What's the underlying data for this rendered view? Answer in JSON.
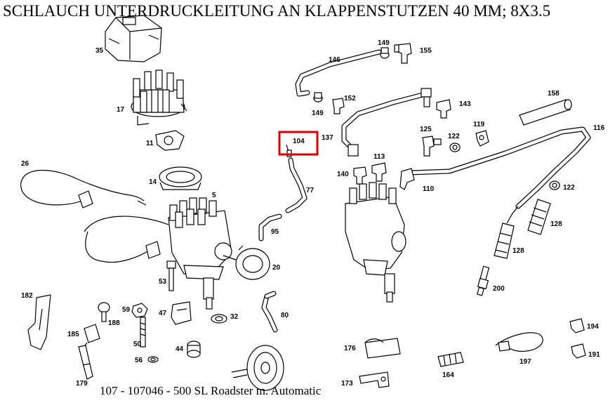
{
  "title": "SCHLAUCH UNTERDRUCKLEITUNG AN KLAPPENSTUTZEN 40 MM; 8X3.5",
  "footer": "107 - 107046 - 500 SL Roadster m. Automatic",
  "highlight": {
    "label": "104",
    "color": "#e00000"
  },
  "part_labels": {
    "p35": "35",
    "p17": "17",
    "p11": "11",
    "p26": "26",
    "p14": "14",
    "p5": "5",
    "p53": "53",
    "p20": "20",
    "p95": "95",
    "p77": "77",
    "p104": "104",
    "p137": "137",
    "p146": "146",
    "p149a": "149",
    "p155": "155",
    "p152": "152",
    "p149b": "149",
    "p143": "143",
    "p158": "158",
    "p119": "119",
    "p125": "125",
    "p122a": "122",
    "p116": "116",
    "p113": "113",
    "p140": "140",
    "p110": "110",
    "p122b": "122",
    "p128a": "128",
    "p128b": "128",
    "p200": "200",
    "p182": "182",
    "p59": "59",
    "p188": "188",
    "p47": "47",
    "p32": "32",
    "p80": "80",
    "p185": "185",
    "p50": "50",
    "p44": "44",
    "p56": "56",
    "p179": "179",
    "p176": "176",
    "p173": "173",
    "p164": "164",
    "p197": "197",
    "p194": "194",
    "p191": "191"
  }
}
